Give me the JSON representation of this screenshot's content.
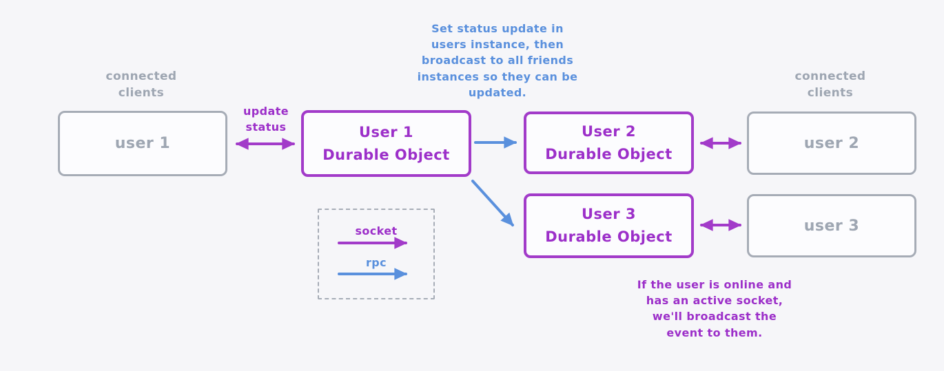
{
  "colors": {
    "background": "#f6f6f9",
    "purple": "#a23bc9",
    "blue": "#5a90dd",
    "gray_border": "#a6acb6",
    "gray_text": "#9ea6b2"
  },
  "labels": {
    "connected_clients_left": "connected\nclients",
    "connected_clients_right": "connected\nclients",
    "update_status": "update\nstatus"
  },
  "notes": {
    "top_note": "Set status update in\nusers instance, then\nbroadcast to all friends\ninstances so they can be\nupdated.",
    "bottom_note": "If the user is online and\nhas an active socket,\nwe'll broadcast the\nevent to them."
  },
  "nodes": {
    "client_user1": {
      "label": "user 1"
    },
    "client_user2": {
      "label": "user 2"
    },
    "client_user3": {
      "label": "user 3"
    },
    "do_user1": {
      "label": "User 1\nDurable Object"
    },
    "do_user2": {
      "label": "User 2\nDurable Object"
    },
    "do_user3": {
      "label": "User 3\nDurable Object"
    }
  },
  "legend": {
    "socket_label": "socket",
    "rpc_label": "rpc",
    "socket_color": "#a23bc9",
    "rpc_color": "#5a90dd"
  }
}
